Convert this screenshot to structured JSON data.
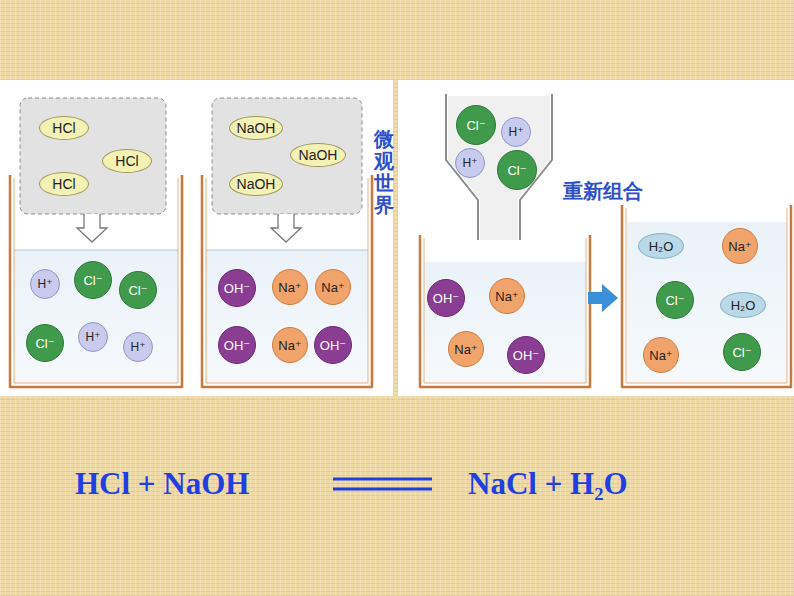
{
  "diagram": {
    "nodes": [
      {
        "text": [
          "HCl"
        ]
      },
      {
        "text": [
          "HCl"
        ]
      },
      {
        "text": [
          "HCl"
        ]
      },
      {
        "text": [
          "NaOH"
        ]
      },
      {
        "text": [
          "NaOH"
        ]
      },
      {
        "text": [
          "NaOH"
        ]
      },
      {
        "text": [
          "H⁺"
        ]
      },
      {
        "text": [
          "Cl⁻"
        ]
      },
      {
        "text": [
          "Cl⁻"
        ]
      },
      {
        "text": [
          "Cl⁻"
        ]
      },
      {
        "text": [
          "H⁺"
        ]
      },
      {
        "text": [
          "H⁺"
        ]
      },
      {
        "text": [
          "OH⁻"
        ]
      },
      {
        "text": [
          "Na⁺"
        ]
      },
      {
        "text": [
          "Na⁺"
        ]
      },
      {
        "text": [
          "OH⁻"
        ]
      },
      {
        "text": [
          "Na⁺"
        ]
      },
      {
        "text": [
          "OH⁻"
        ]
      },
      {
        "text": [
          "Cl⁻"
        ]
      },
      {
        "text": [
          "H⁺"
        ]
      },
      {
        "text": [
          "H⁺"
        ]
      },
      {
        "text": [
          "Cl⁻"
        ]
      },
      {
        "text": [
          "OH⁻"
        ]
      },
      {
        "text": [
          "Na⁺"
        ]
      },
      {
        "text": [
          "Na⁺"
        ]
      },
      {
        "text": [
          "OH⁻"
        ]
      },
      {
        "text": [
          "H₂O"
        ]
      },
      {
        "text": [
          "Na⁺"
        ]
      },
      {
        "text": [
          "Cl⁻"
        ]
      },
      {
        "text": [
          "H₂O"
        ]
      },
      {
        "text": [
          "Na⁺"
        ]
      },
      {
        "text": [
          "Cl⁻"
        ]
      }
    ],
    "labels": [
      "微观世界",
      "重新组合",
      "HCl + NaOH",
      "NaCl + H₂O"
    ]
  }
}
